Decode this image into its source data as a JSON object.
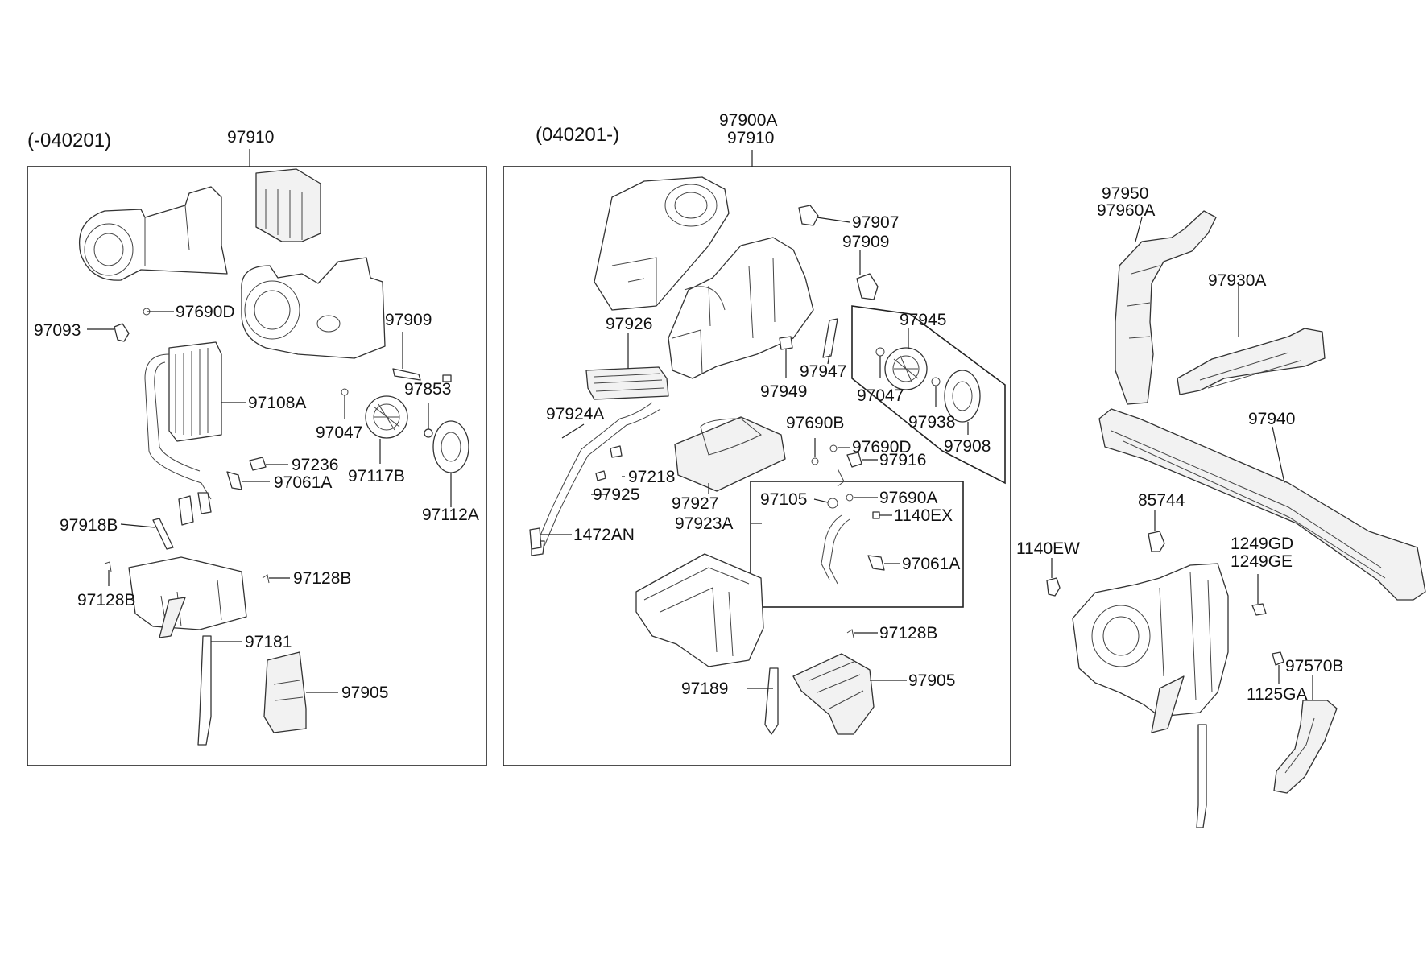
{
  "headers": {
    "left_range": "(-040201)",
    "middle_range": "(040201-)"
  },
  "left_panel": {
    "assembly_label": "97910",
    "callouts": [
      "97690D",
      "97093",
      "97909",
      "97108A",
      "97853",
      "97047",
      "97236",
      "97061A",
      "97117B",
      "97112A",
      "97918B",
      "97128B",
      "97128B",
      "97181",
      "97905"
    ]
  },
  "middle_panel": {
    "assembly_label_1": "97900A",
    "assembly_label_2": "97910",
    "callouts": [
      "97907",
      "97909",
      "97926",
      "97945",
      "97947",
      "97949",
      "97047",
      "97938",
      "97908",
      "97924A",
      "97690B",
      "97690D",
      "97916",
      "97218",
      "97925",
      "97927",
      "97105",
      "97690A",
      "97923A",
      "1140EX",
      "1472AN",
      "97061A",
      "97128B",
      "97905",
      "97189"
    ]
  },
  "right_area": {
    "callouts": [
      "97950",
      "97960A",
      "97930A",
      "97940",
      "85744",
      "1140EW",
      "1249GD",
      "1249GE",
      "97570B",
      "1125GA"
    ]
  }
}
